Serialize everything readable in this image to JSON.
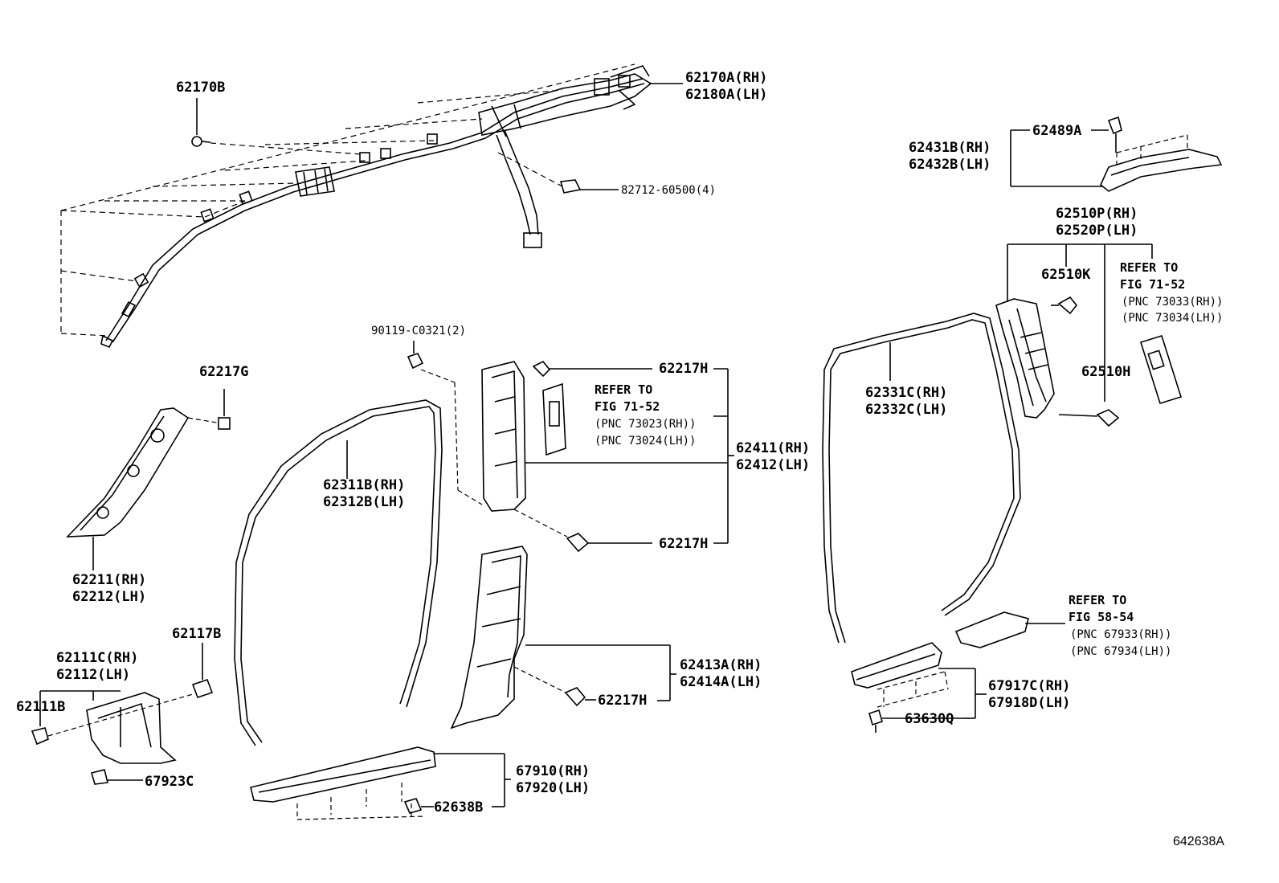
{
  "figure_id": "642638A",
  "callouts": {
    "c62170B": "62170B",
    "c62170A": "62170A(RH)",
    "c62180A": "62180A(LH)",
    "c82712": "82712-60500(4)",
    "c62489A": "62489A",
    "c62431B": "62431B(RH)",
    "c62432B": "62432B(LH)",
    "c62510P": "62510P(RH)",
    "c62520P": "62520P(LH)",
    "c62510K": "62510K",
    "c62510H": "62510H",
    "c90119": "90119-C0321(2)",
    "c62217G": "62217G",
    "c62217H_1": "62217H",
    "c62217H_2": "62217H",
    "c62217H_3": "62217H",
    "c62211": "62211(RH)",
    "c62212": "62212(LH)",
    "c62311B": "62311B(RH)",
    "c62312B": "62312B(LH)",
    "c62411": "62411(RH)",
    "c62412": "62412(LH)",
    "c62331C": "62331C(RH)",
    "c62332C": "62332C(LH)",
    "c62117B": "62117B",
    "c62111C": "62111C(RH)",
    "c62112": "62112(LH)",
    "c62111B": "62111B",
    "c67923C": "67923C",
    "c62413A": "62413A(RH)",
    "c62414A": "62414A(LH)",
    "c67910": "67910(RH)",
    "c67920": "67920(LH)",
    "c62638B": "62638B",
    "c67917C": "67917C(RH)",
    "c67918D": "67918D(LH)",
    "c63630Q": "63630Q"
  },
  "references": {
    "ref1_line1": "REFER TO",
    "ref1_line2": "FIG 71-52",
    "ref1_pnc1": "(PNC 73023(RH))",
    "ref1_pnc2": "(PNC 73024(LH))",
    "ref2_line1": "REFER TO",
    "ref2_line2": "FIG 71-52",
    "ref2_pnc1": "(PNC 73033(RH))",
    "ref2_pnc2": "(PNC 73034(LH))",
    "ref3_line1": "REFER TO",
    "ref3_line2": "FIG 58-54",
    "ref3_pnc1": "(PNC 67933(RH))",
    "ref3_pnc2": "(PNC 67934(LH))"
  }
}
